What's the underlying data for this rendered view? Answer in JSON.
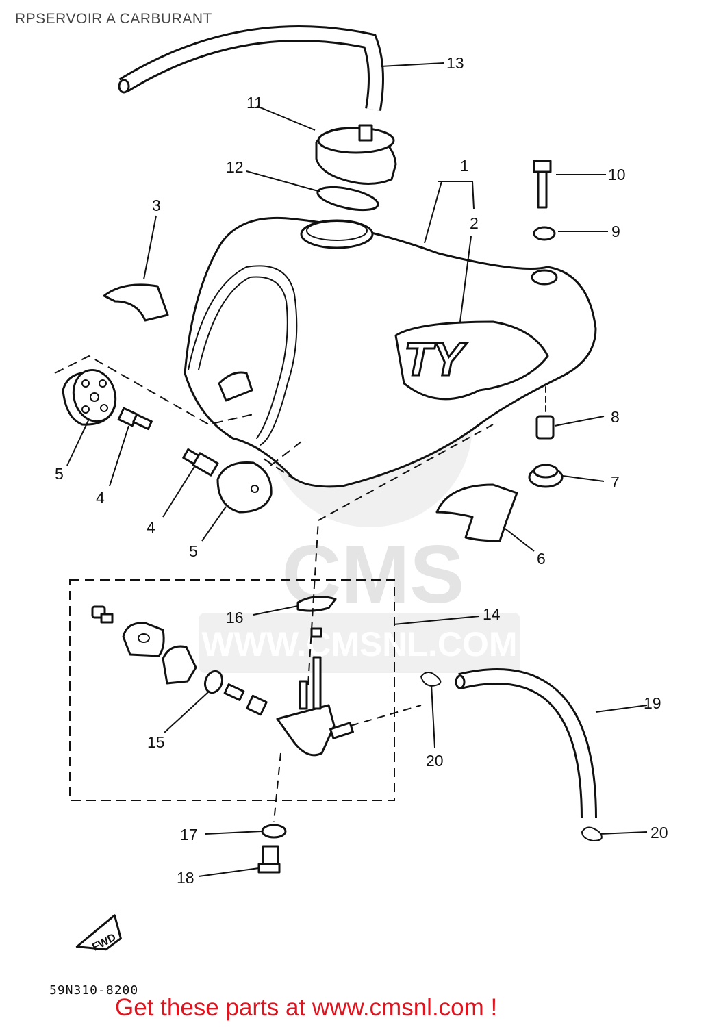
{
  "title": "RPSERVOIR A CARBURANT",
  "watermark": {
    "brand": "CMS",
    "url": "WWW.CMSNL.COM"
  },
  "tank_logo": "TY",
  "fwd_label": "FWD",
  "drawing_code": "59N310-8200",
  "promo_link": "Get these parts at www.cmsnl.com !",
  "callouts": [
    "13",
    "11",
    "12",
    "1",
    "10",
    "2",
    "9",
    "3",
    "8",
    "7",
    "5",
    "4",
    "4",
    "5",
    "6",
    "16",
    "14",
    "19",
    "15",
    "20",
    "17",
    "20",
    "18"
  ],
  "colors": {
    "promo_red": "#e0141e",
    "line": "#111111",
    "watermark": "#e6e6e6"
  }
}
